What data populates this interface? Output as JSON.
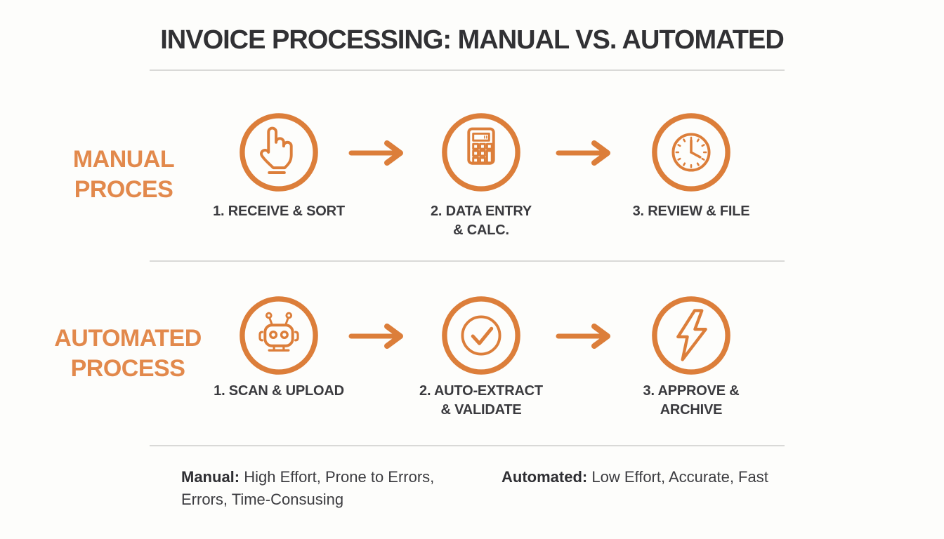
{
  "title": "INVOICE PROCESSING: MANUAL VS. AUTOMATED",
  "colors": {
    "accent_orange": "#DC7E3A",
    "label_orange": "#E2894C",
    "dark_text": "#3A3A3E",
    "divider_gray": "#D9D9D7"
  },
  "rows": [
    {
      "label_line1": "MANUAL",
      "label_line2": "PROCES",
      "steps": [
        {
          "icon": "hand-pointer-icon",
          "label_line1": "1. RECEIVE & SORT",
          "label_line2": ""
        },
        {
          "icon": "calculator-icon",
          "label_line1": "2. DATA ENTRY",
          "label_line2": "& CALC."
        },
        {
          "icon": "clock-icon",
          "label_line1": "3. REVIEW & FILE",
          "label_line2": ""
        }
      ]
    },
    {
      "label_line1": "AUTOMATED",
      "label_line2": "PROCESS",
      "steps": [
        {
          "icon": "robot-icon",
          "label_line1": "1. SCAN & UPLOAD",
          "label_line2": ""
        },
        {
          "icon": "check-circle-icon",
          "label_line1": "2. AUTO-EXTRACT",
          "label_line2": "& VALIDATE"
        },
        {
          "icon": "lightning-bolt-icon",
          "label_line1": "3. APPROVE &",
          "label_line2": "ARCHIVE"
        }
      ]
    }
  ],
  "summary": {
    "manual": {
      "label": "Manual:",
      "line1": "High Effort, Prone to Errors,",
      "line2": "Errors, Time-Consusing"
    },
    "automated": {
      "label": "Automated:",
      "line1": "Low Effort, Accurate, Fast"
    }
  }
}
